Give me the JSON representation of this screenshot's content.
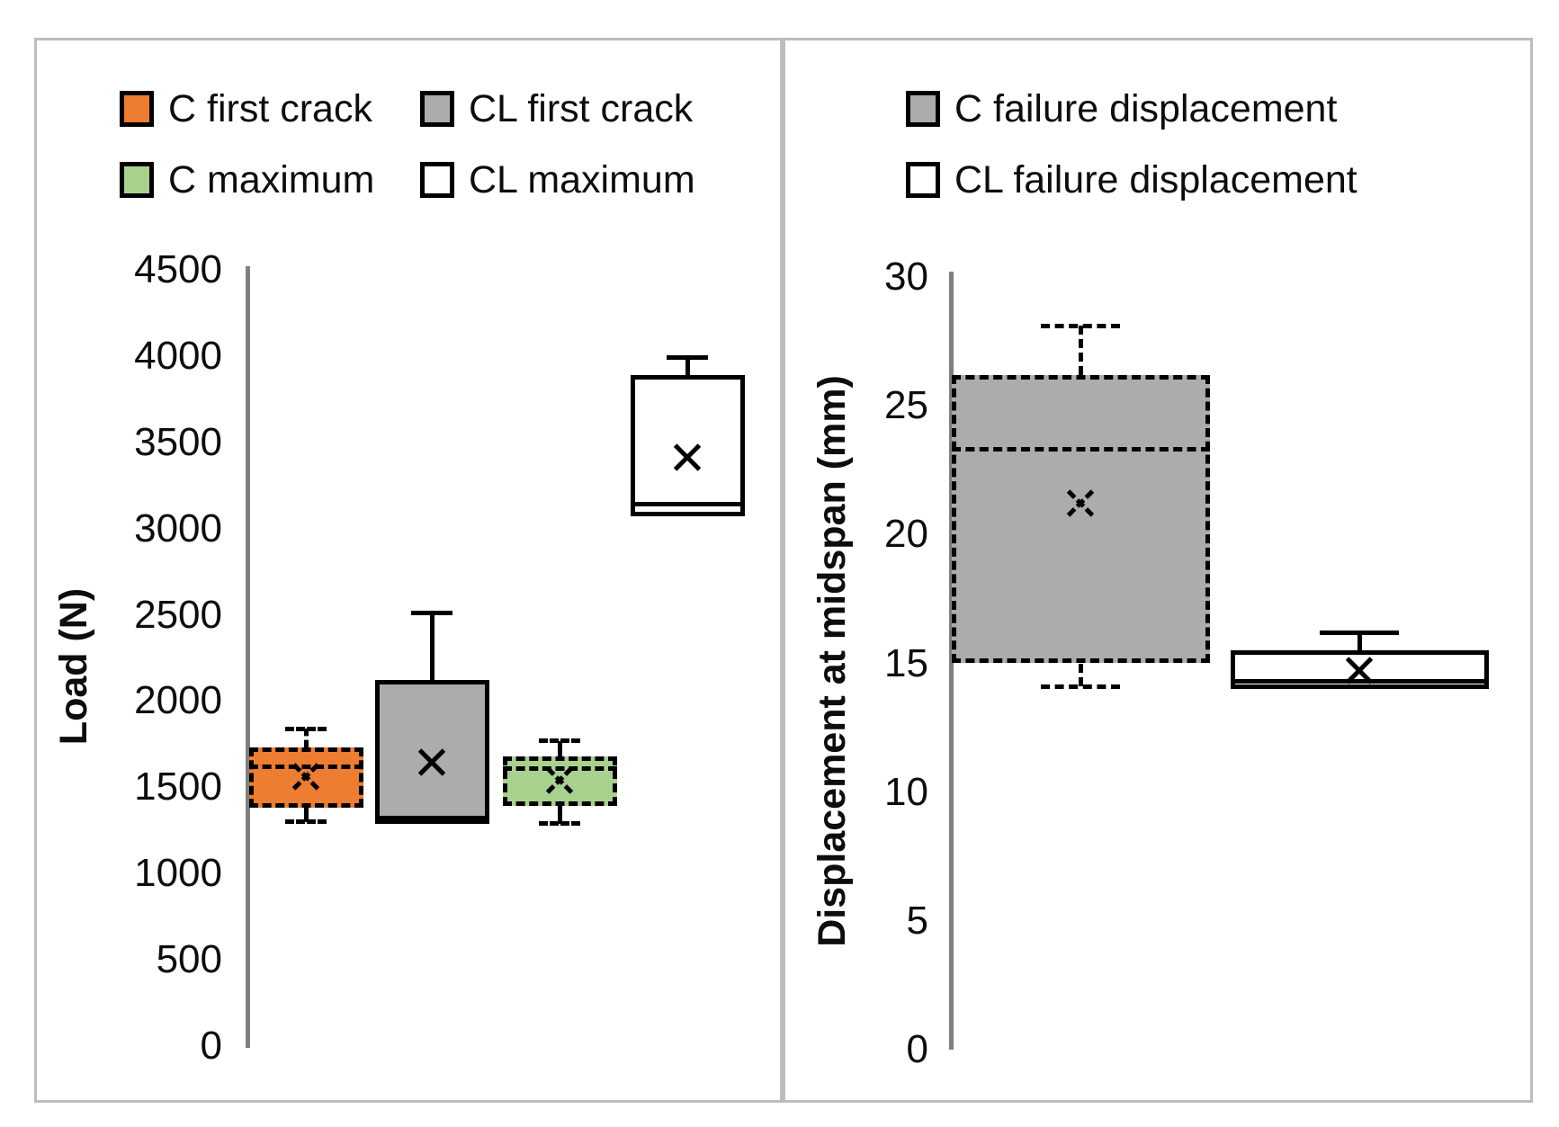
{
  "chart_data": [
    {
      "type": "box",
      "title": "",
      "xlabel": "",
      "ylabel": "Load (N)",
      "ylim": [
        0,
        4500
      ],
      "yticks": [
        "0",
        "500",
        "1000",
        "1500",
        "2000",
        "2500",
        "3000",
        "3500",
        "4000",
        "4500"
      ],
      "grid": false,
      "legend_position": "top",
      "legend": [
        {
          "label": "C first crack",
          "fill": "#ED7D31"
        },
        {
          "label": "C maximum",
          "fill": "#A9D18E"
        },
        {
          "label": "CL first crack",
          "fill": "#ACACAC"
        },
        {
          "label": "CL maximum",
          "fill": "#FFFFFF"
        }
      ],
      "series": [
        {
          "name": "C first crack",
          "fill": "#ED7D31",
          "line": "dashed",
          "min": 1300,
          "q1": 1380,
          "median": 1620,
          "mean": 1560,
          "q3": 1730,
          "max": 1840,
          "lower_whisker": true,
          "upper_whisker": true
        },
        {
          "name": "CL first crack",
          "fill": "#ACACAC",
          "line": "solid",
          "min": 1290,
          "q1": 1290,
          "median": 1320,
          "mean": 1640,
          "q3": 2120,
          "max": 2510,
          "lower_whisker": false,
          "upper_whisker": true
        },
        {
          "name": "C maximum",
          "fill": "#A9D18E",
          "line": "dashed",
          "min": 1290,
          "q1": 1390,
          "median": 1610,
          "mean": 1540,
          "q3": 1680,
          "max": 1770,
          "lower_whisker": true,
          "upper_whisker": true
        },
        {
          "name": "CL maximum",
          "fill": "#FFFFFF",
          "line": "solid",
          "min": 3070,
          "q1": 3070,
          "median": 3140,
          "mean": 3410,
          "q3": 3890,
          "max": 3990,
          "lower_whisker": false,
          "upper_whisker": true
        }
      ]
    },
    {
      "type": "box",
      "title": "",
      "xlabel": "",
      "ylabel": "Displacement at midspan (mm)",
      "ylim": [
        0,
        30
      ],
      "yticks": [
        "0",
        "5",
        "10",
        "15",
        "20",
        "25",
        "30"
      ],
      "grid": false,
      "legend_position": "top",
      "legend": [
        {
          "label": "C failure displacement",
          "fill": "#ACACAC"
        },
        {
          "label": "CL failure displacement",
          "fill": "#FFFFFF"
        }
      ],
      "series": [
        {
          "name": "C failure displacement",
          "fill": "#ACACAC",
          "line": "dashed",
          "min": 14.1,
          "q1": 15.0,
          "median": 23.3,
          "mean": 21.2,
          "q3": 26.2,
          "max": 28.1,
          "lower_whisker": true,
          "upper_whisker": true
        },
        {
          "name": "CL failure displacement",
          "fill": "#FFFFFF",
          "line": "solid",
          "min": 14.0,
          "q1": 14.0,
          "median": 14.3,
          "mean": 14.7,
          "q3": 15.5,
          "max": 16.2,
          "lower_whisker": false,
          "upper_whisker": true
        }
      ]
    }
  ],
  "colors": {
    "axis": "#7F7F7F",
    "panel_border": "#BDBDBD",
    "box_line": "#000000",
    "orange": "#ED7D31",
    "green": "#A9D18E",
    "gray": "#ACACAC",
    "white": "#FFFFFF"
  }
}
